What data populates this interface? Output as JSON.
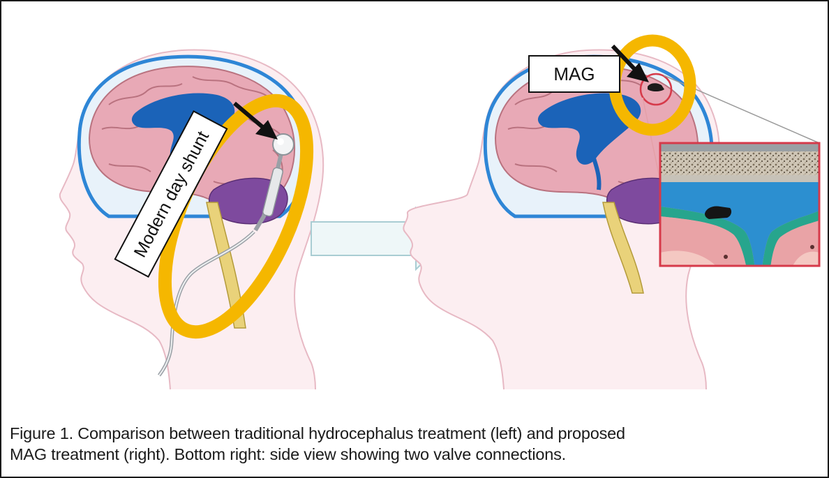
{
  "figure": {
    "label_left": "Modern day shunt",
    "label_right": "MAG",
    "caption_line1": "Figure 1. Comparison between traditional hydrocephalus treatment (left) and proposed",
    "caption_line2": "MAG treatment (right). Bottom right: side view showing two valve connections.",
    "colors": {
      "highlight": "#F5B700",
      "ventricle": "#1B63B8",
      "brain": "#E8A9B6",
      "cerebellum": "#7E4A9E",
      "skin": "#F7DDE3",
      "inset_border": "#D63A4A",
      "arrow": "#D6ECEF"
    },
    "icons": [
      "head-outline-left",
      "head-outline-right",
      "transition-arrow-icon",
      "pointer-arrow-icon",
      "shunt-valve-icon",
      "mag-device-icon"
    ]
  }
}
